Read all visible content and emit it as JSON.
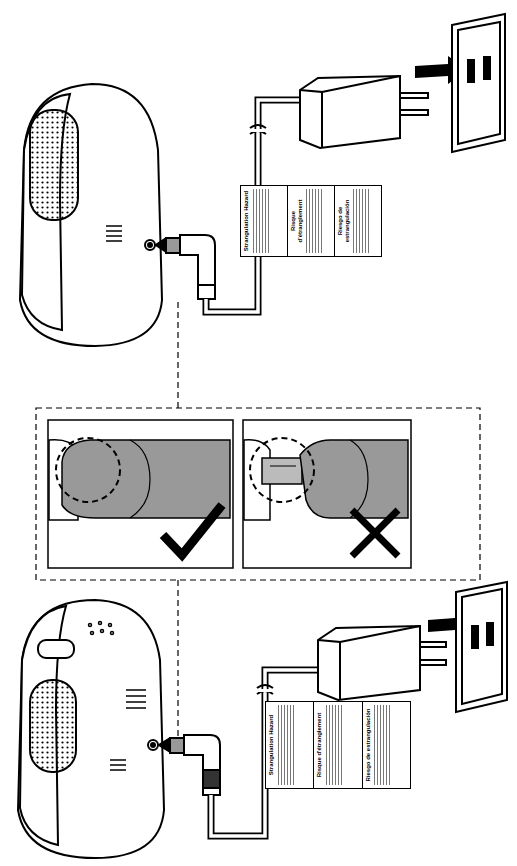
{
  "diagram": {
    "labels": [
      "Strangulation Hazard",
      "Risque d'étranglement",
      "Riesgo de estrangulación",
      "Strangulation Hazard",
      "Risque d'étranglement",
      "Riesgo de estrangulación"
    ]
  }
}
